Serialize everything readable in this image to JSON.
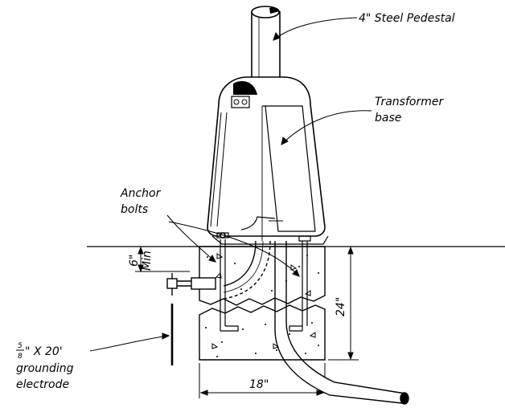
{
  "labels": {
    "pedestal": "4\" Steel Pedestal",
    "transformer_line1": "Transformer",
    "transformer_line2": "base",
    "anchor_line1": "Anchor",
    "anchor_line2": "bolts",
    "depth_6": "6\"",
    "depth_min": "Min",
    "depth_24": "24\"",
    "width_18": "18\"",
    "ground_frac_num": "5",
    "ground_frac_den": "8",
    "ground_line1_rest": "\" X 20'",
    "ground_line2": "grounding",
    "ground_line3": "electrode"
  },
  "colors": {
    "ink": "#000000",
    "background": "#ffffff"
  }
}
